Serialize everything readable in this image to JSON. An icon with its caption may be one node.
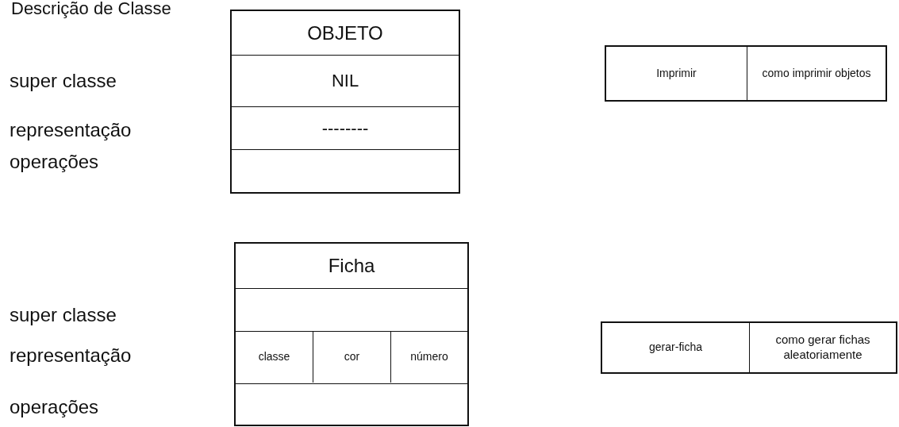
{
  "diagram": {
    "title": "Descrição de Classe",
    "nodes": [
      {
        "text": [],
        "shape": "box"
      },
      {
        "text": [
          "OBJETO"
        ],
        "in": 0
      },
      {
        "text": [
          "NIL"
        ],
        "in": 0
      },
      {
        "text": [
          "--------"
        ],
        "in": 0
      },
      {
        "text": [],
        "shape": "box",
        "in": 0
      },
      {
        "text": [],
        "shape": "box"
      },
      {
        "text": [
          "Imprimir"
        ],
        "in": 5
      },
      {
        "text": [
          "como imprimir objetos"
        ],
        "in": 5
      },
      {
        "text": [],
        "shape": "box"
      },
      {
        "text": [
          "Ficha"
        ],
        "in": 8
      },
      {
        "text": [],
        "shape": "box",
        "in": 8
      },
      {
        "text": [],
        "shape": "box",
        "in": 8
      },
      {
        "text": [
          "classe"
        ],
        "in": 11
      },
      {
        "text": [
          "cor"
        ],
        "in": 11
      },
      {
        "text": [
          "número"
        ],
        "in": 11
      },
      {
        "text": [],
        "shape": "box",
        "in": 8
      },
      {
        "text": [],
        "shape": "box"
      },
      {
        "text": [
          "gerar-ficha"
        ],
        "in": 16
      },
      {
        "text": [
          "como gerar fichas aleatoriamente"
        ],
        "in": 16
      }
    ],
    "edges": [],
    "labels": [
      "super classe",
      "representação",
      "operações",
      "super classe",
      "representação",
      "operações"
    ]
  }
}
